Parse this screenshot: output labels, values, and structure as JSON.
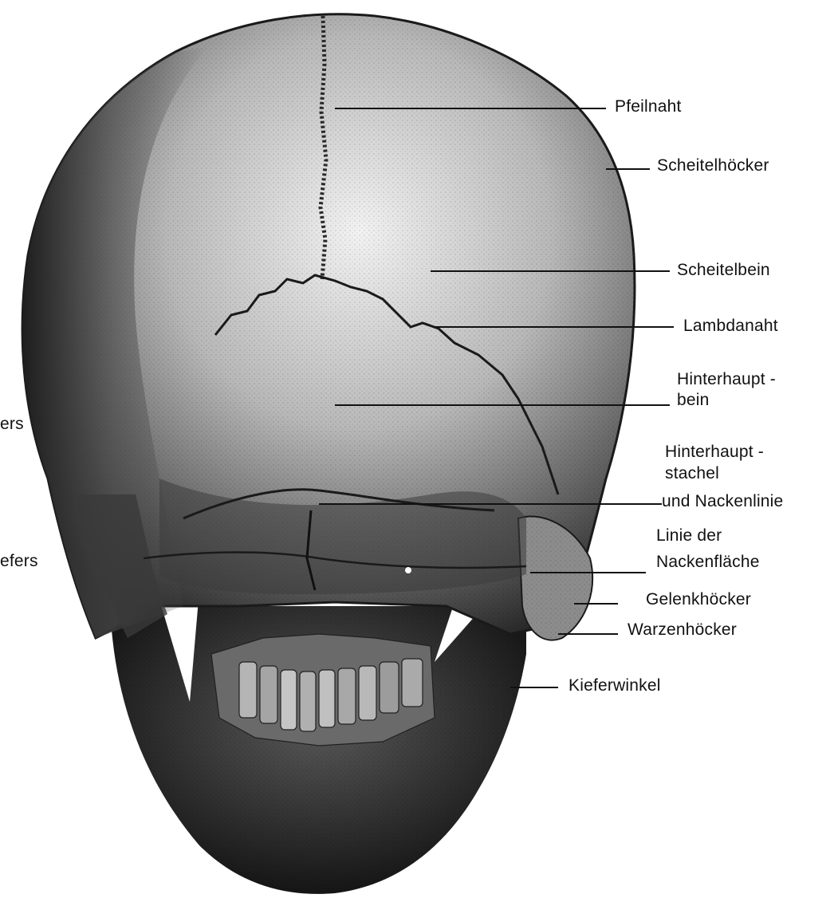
{
  "colors": {
    "background": "#ffffff",
    "bone_light": "#e8e8e8",
    "bone_mid": "#8a8a8a",
    "bone_dark": "#2a2a2a",
    "shadow": "#111111",
    "ink": "#111111"
  },
  "illustration": {
    "subject": "skull, rear view"
  },
  "labels": {
    "left_top_fragment": "ers",
    "left_bottom_fragment": "efers",
    "pfeilnaht": "Pfeilnaht",
    "scheitelhoecker": "Scheitelhöcker",
    "scheitelbein": "Scheitelbein",
    "lambdanaht": "Lambdanaht",
    "hinterhauptbein_1": "Hinterhaupt -",
    "hinterhauptbein_2": "bein",
    "hinterhauptstachel_1": "Hinterhaupt -",
    "hinterhauptstachel_2": "stachel",
    "hinterhauptstachel_3": "und Nackenlinie",
    "linie_1": "Linie der",
    "linie_2": "Nackenfläche",
    "gelenkhoecker": "Gelenkhöcker",
    "warzenhoecker": "Warzenhöcker",
    "kieferwinkel": "Kieferwinkel"
  }
}
